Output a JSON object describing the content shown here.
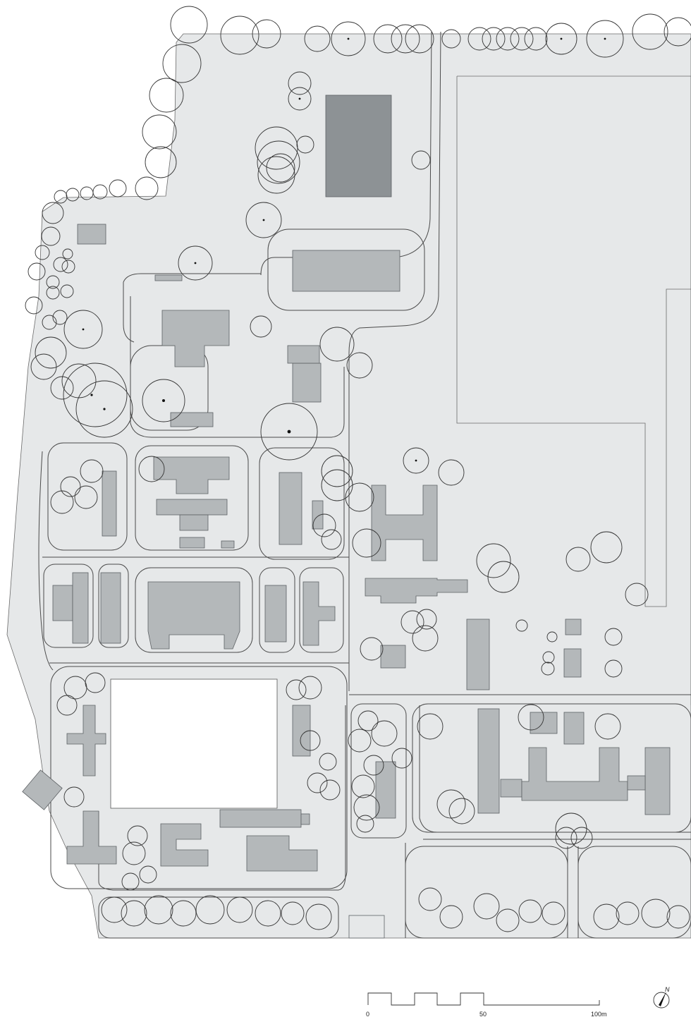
{
  "map": {
    "type": "site plan",
    "colors": {
      "paper": "#ffffff",
      "ground": "#e6e8e9",
      "road_line": "#4a4a4a",
      "building": "#b4b8ba",
      "building_dark": "#8d9295",
      "building_outline": "#5d6164",
      "open_field": "#ffffff",
      "tree_stroke": "#333333"
    }
  },
  "scale_bar": {
    "labels": [
      "0",
      "50",
      "100m"
    ]
  },
  "north_arrow": {
    "label": "N",
    "icon": "north-arrow-icon"
  }
}
